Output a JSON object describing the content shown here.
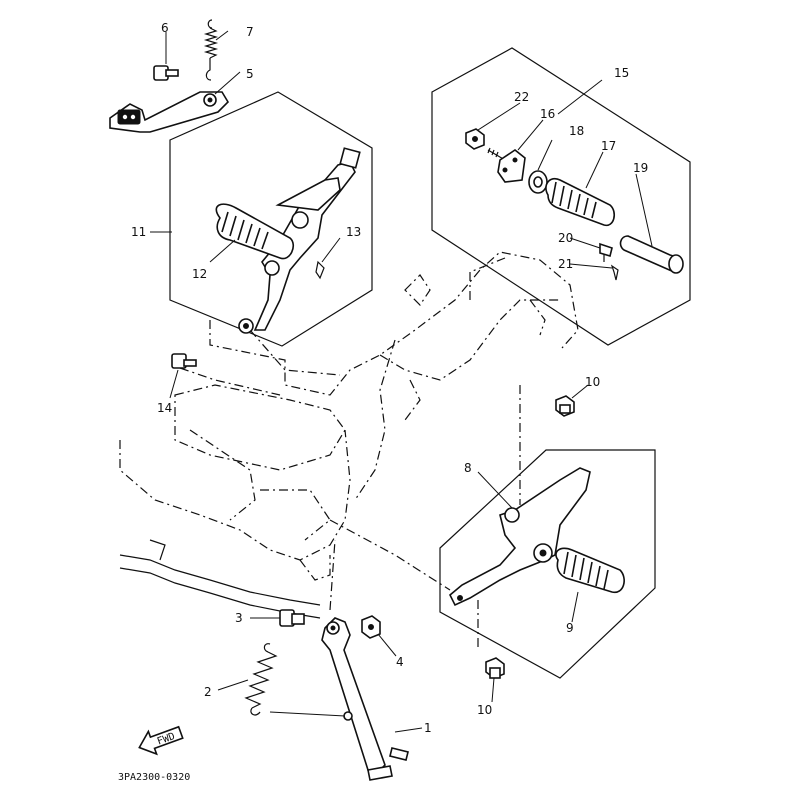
{
  "diagram": {
    "drawing_code": "3PA2300-0320",
    "fwd_arrow": {
      "label": "FWD",
      "icon": "fwd-arrow-icon"
    },
    "callouts": [
      {
        "id": "1",
        "label": "1"
      },
      {
        "id": "2",
        "label": "2"
      },
      {
        "id": "3",
        "label": "3"
      },
      {
        "id": "4",
        "label": "4"
      },
      {
        "id": "5",
        "label": "5"
      },
      {
        "id": "6",
        "label": "6"
      },
      {
        "id": "7",
        "label": "7"
      },
      {
        "id": "8",
        "label": "8"
      },
      {
        "id": "9",
        "label": "9"
      },
      {
        "id": "10a",
        "label": "10"
      },
      {
        "id": "10b",
        "label": "10"
      },
      {
        "id": "11",
        "label": "11"
      },
      {
        "id": "12",
        "label": "12"
      },
      {
        "id": "13",
        "label": "13"
      },
      {
        "id": "14",
        "label": "14"
      },
      {
        "id": "15",
        "label": "15"
      },
      {
        "id": "16",
        "label": "16"
      },
      {
        "id": "17",
        "label": "17"
      },
      {
        "id": "18",
        "label": "18"
      },
      {
        "id": "19",
        "label": "19"
      },
      {
        "id": "20",
        "label": "20"
      },
      {
        "id": "21",
        "label": "21"
      },
      {
        "id": "22",
        "label": "22"
      }
    ]
  }
}
